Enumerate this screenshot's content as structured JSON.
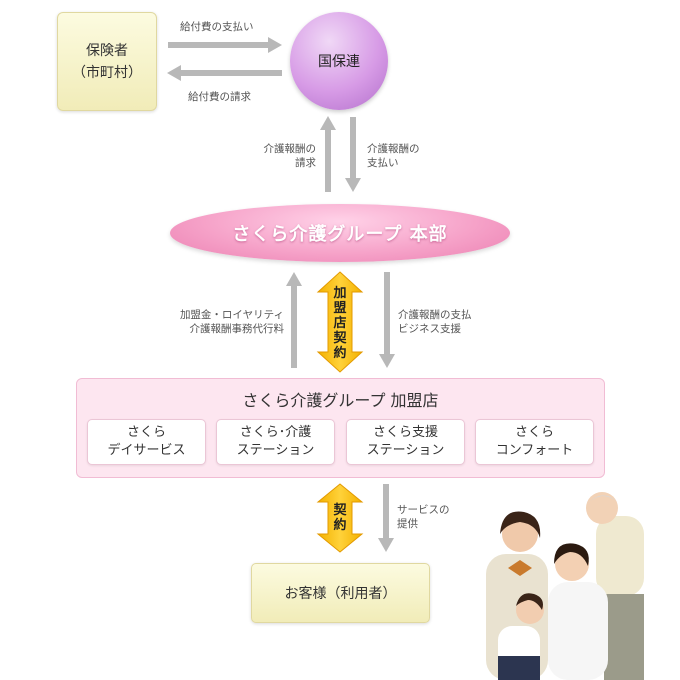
{
  "insurer": {
    "line1": "保険者",
    "line2": "（市町村）"
  },
  "kokuho": {
    "label": "国保連"
  },
  "top_arrows": {
    "pay_label": "給付費の支払い",
    "claim_label": "給付費の請求"
  },
  "hq_arrows": {
    "claim_line1": "介護報酬の",
    "claim_line2": "請求",
    "pay_line1": "介護報酬の",
    "pay_line2": "支払い"
  },
  "hq": {
    "label": "さくら介護グループ 本部"
  },
  "mid_arrows": {
    "left_line1": "加盟金・ロイヤリティ",
    "left_line2": "介護報酬事務代行料",
    "contract_label": "加盟店契約",
    "right_line1": "介護報酬の支払",
    "right_line2": "ビジネス支援"
  },
  "franchise": {
    "title": "さくら介護グループ 加盟店",
    "stores": [
      {
        "line1": "さくら",
        "line2": "デイサービス"
      },
      {
        "line1": "さくら･介護",
        "line2": "ステーション"
      },
      {
        "line1": "さくら支援",
        "line2": "ステーション"
      },
      {
        "line1": "さくら",
        "line2": "コンフォート"
      }
    ]
  },
  "bottom_arrows": {
    "contract_label": "契約",
    "service_line1": "サービスの",
    "service_line2": "提供"
  },
  "customer": {
    "label": "お客様（利用者）"
  },
  "colors": {
    "hq_pink": "#eb7fb1",
    "contract_orange": "#f6a800",
    "arrow_gray": "#b7b7b7"
  },
  "photo": {
    "icon": "family-photo"
  }
}
